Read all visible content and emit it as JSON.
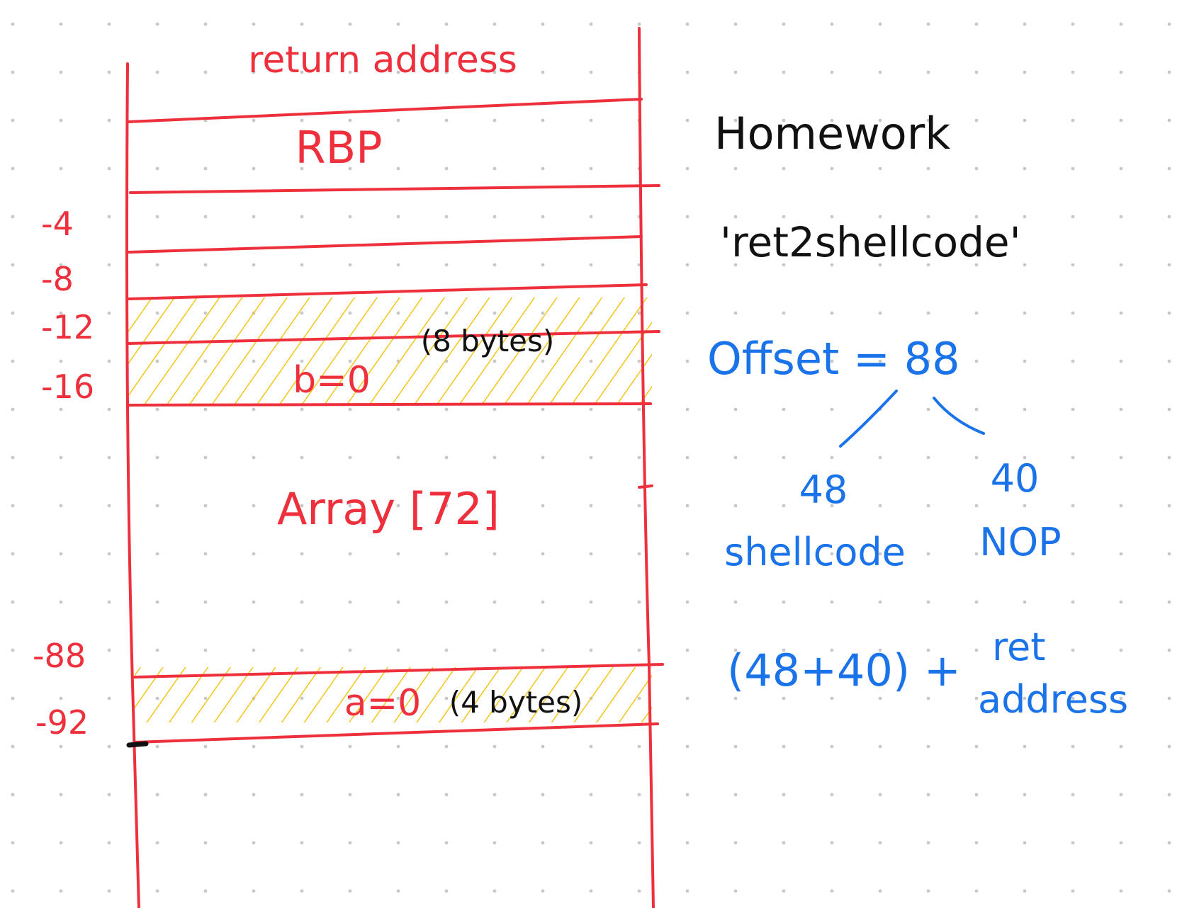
{
  "colors": {
    "stack_line": "#ee2f3c",
    "hatch": "#f5c518",
    "note_black": "#111111",
    "note_blue": "#1a73e8",
    "dot": "#c8c8c8"
  },
  "stack": {
    "return_address_label": "return address",
    "rbp_label": "RBP",
    "array_label": "Array [72]",
    "b_label": "b=0",
    "b_size": "(8 bytes)",
    "a_label": "a=0",
    "a_size": "(4 bytes)"
  },
  "offsets": {
    "o4": "-4",
    "o8": "-8",
    "o12": "-12",
    "o16": "-16",
    "o88": "-88",
    "o92": "-92"
  },
  "notes": {
    "title": "Homework",
    "subtitle": "'ret2shellcode'",
    "offset": "Offset = 88",
    "left_value": "48",
    "left_label": "shellcode",
    "right_value": "40",
    "right_label": "NOP",
    "formula": "(48+40) +",
    "ret_line1": "ret",
    "ret_line2": "address"
  }
}
